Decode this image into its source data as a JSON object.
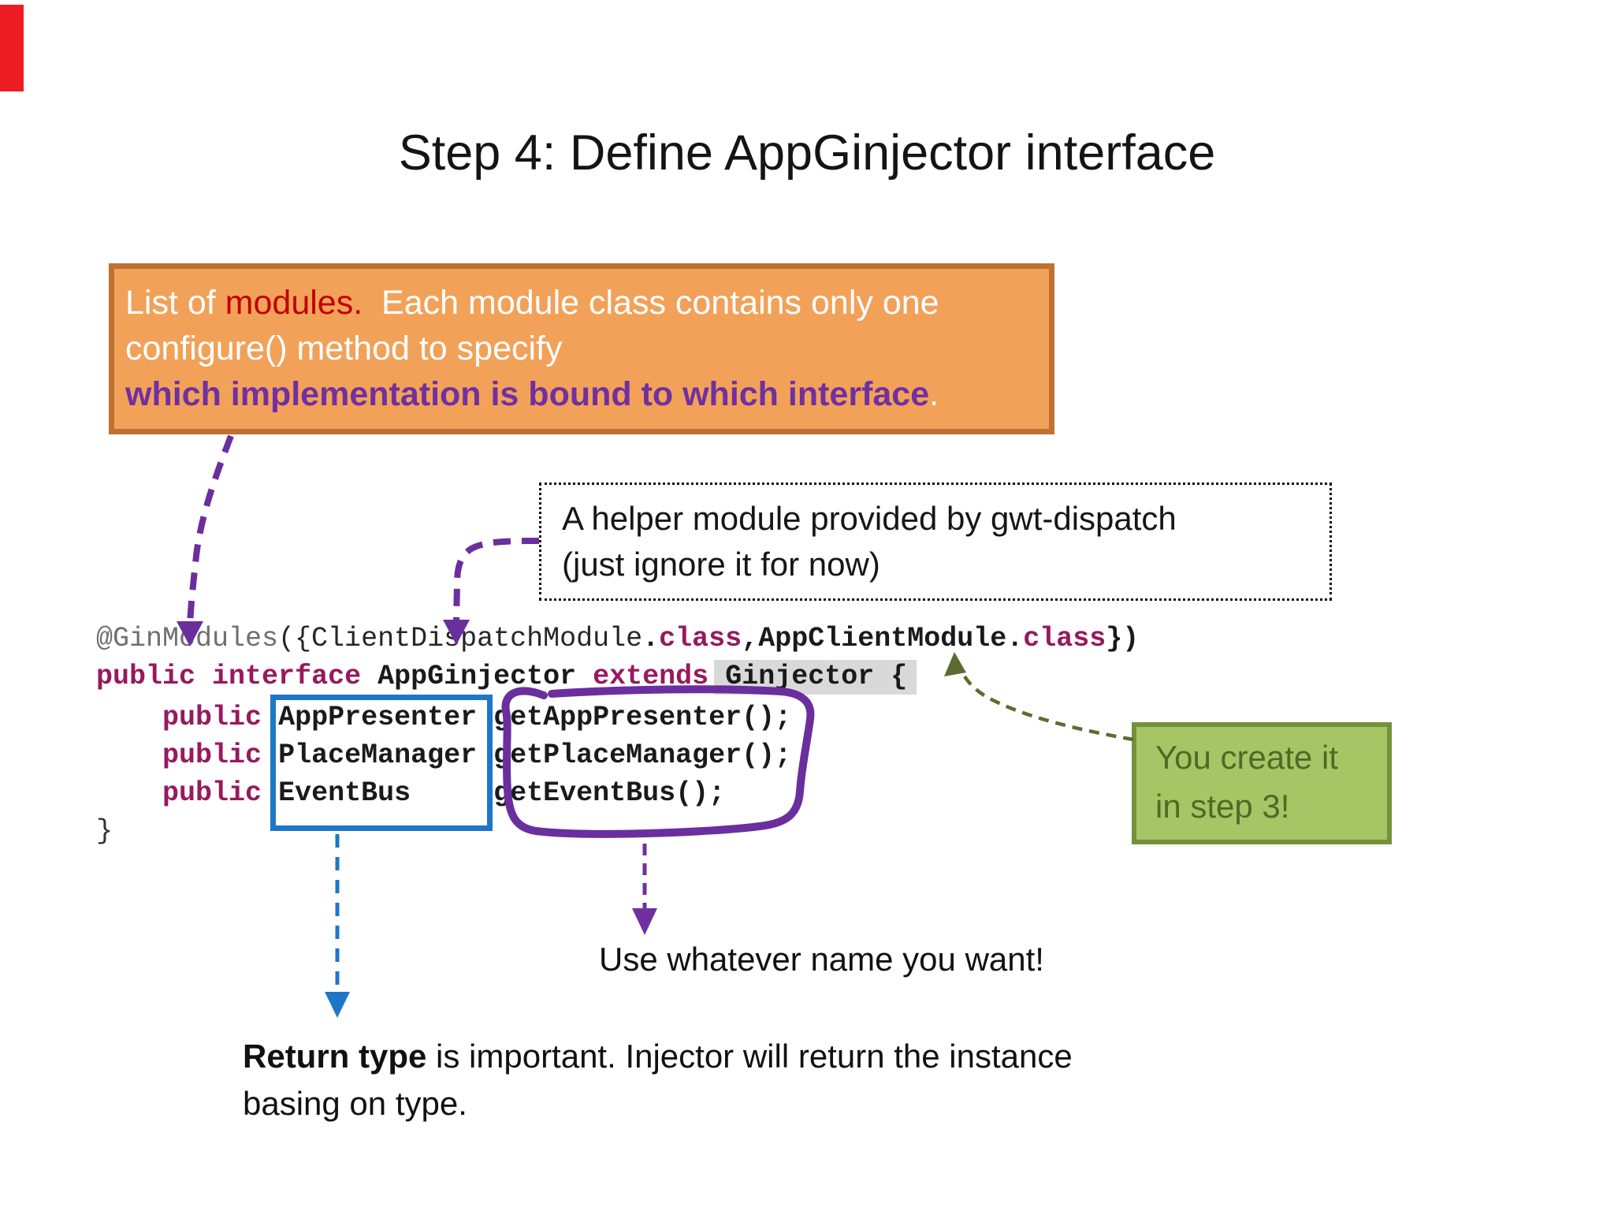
{
  "title": "Step 4: Define AppGinjector interface",
  "red_marker_color": "#ED1C24",
  "orange_note": {
    "fill": "#F2A159",
    "border": "#BE7133",
    "accent_red": "#C00000",
    "accent_purple": "#7030A0",
    "t1a": "List of ",
    "t1b": "modules.",
    "t1c": "  Each module class contains only one",
    "t2": "configure() method to specify",
    "t3a": "which implementation is bound to which interface",
    "t3b": "."
  },
  "helper_note": {
    "line1": "A helper module provided by gwt-dispatch",
    "line2": "(just ignore it for now)"
  },
  "green_note": {
    "fill": "#A8C566",
    "border": "#75923B",
    "text_color": "#4F6A26",
    "line1": "You create it",
    "line2": "in step 3!"
  },
  "code": {
    "keyword_color": "#97195F",
    "muted_color": "#6E6E6E",
    "highlight_color": "#D9D9D9",
    "l1": {
      "a": "@GinModules",
      "b": "({ClientDispatchModule",
      "c": ".",
      "d": "class",
      "e": ",",
      "f": "AppClientModule",
      "g": ".",
      "h": "class",
      "i": "})"
    },
    "l2": {
      "a": "public",
      "b": " ",
      "c": "interface",
      "d": " AppGinjector ",
      "e": "extends",
      "f": " ",
      "g": "Ginjector {"
    },
    "l3": {
      "indent": "    ",
      "kw": "public",
      "s1": " ",
      "type": "AppPresenter",
      "s2": " ",
      "m": "getAppPresenter();"
    },
    "l4": {
      "indent": "    ",
      "kw": "public",
      "s1": " ",
      "type": "PlaceManager",
      "s2": " ",
      "m": "getPlaceManager();"
    },
    "l5": {
      "indent": "    ",
      "kw": "public",
      "s1": " ",
      "type": "EventBus",
      "s2": "     ",
      "m": "getEventBus();"
    },
    "l6": "}"
  },
  "annotations": {
    "use_name": "Use whatever name you want!",
    "return_bold": "Return type",
    "return_rest": " is important. Injector will return the instance",
    "return_line2": "basing on type.",
    "arrow_purple": "#6B2E9E",
    "arrow_blue": "#1E76C8",
    "arrow_olive": "#5C6C2E",
    "box_blue": "#1E76C8"
  }
}
